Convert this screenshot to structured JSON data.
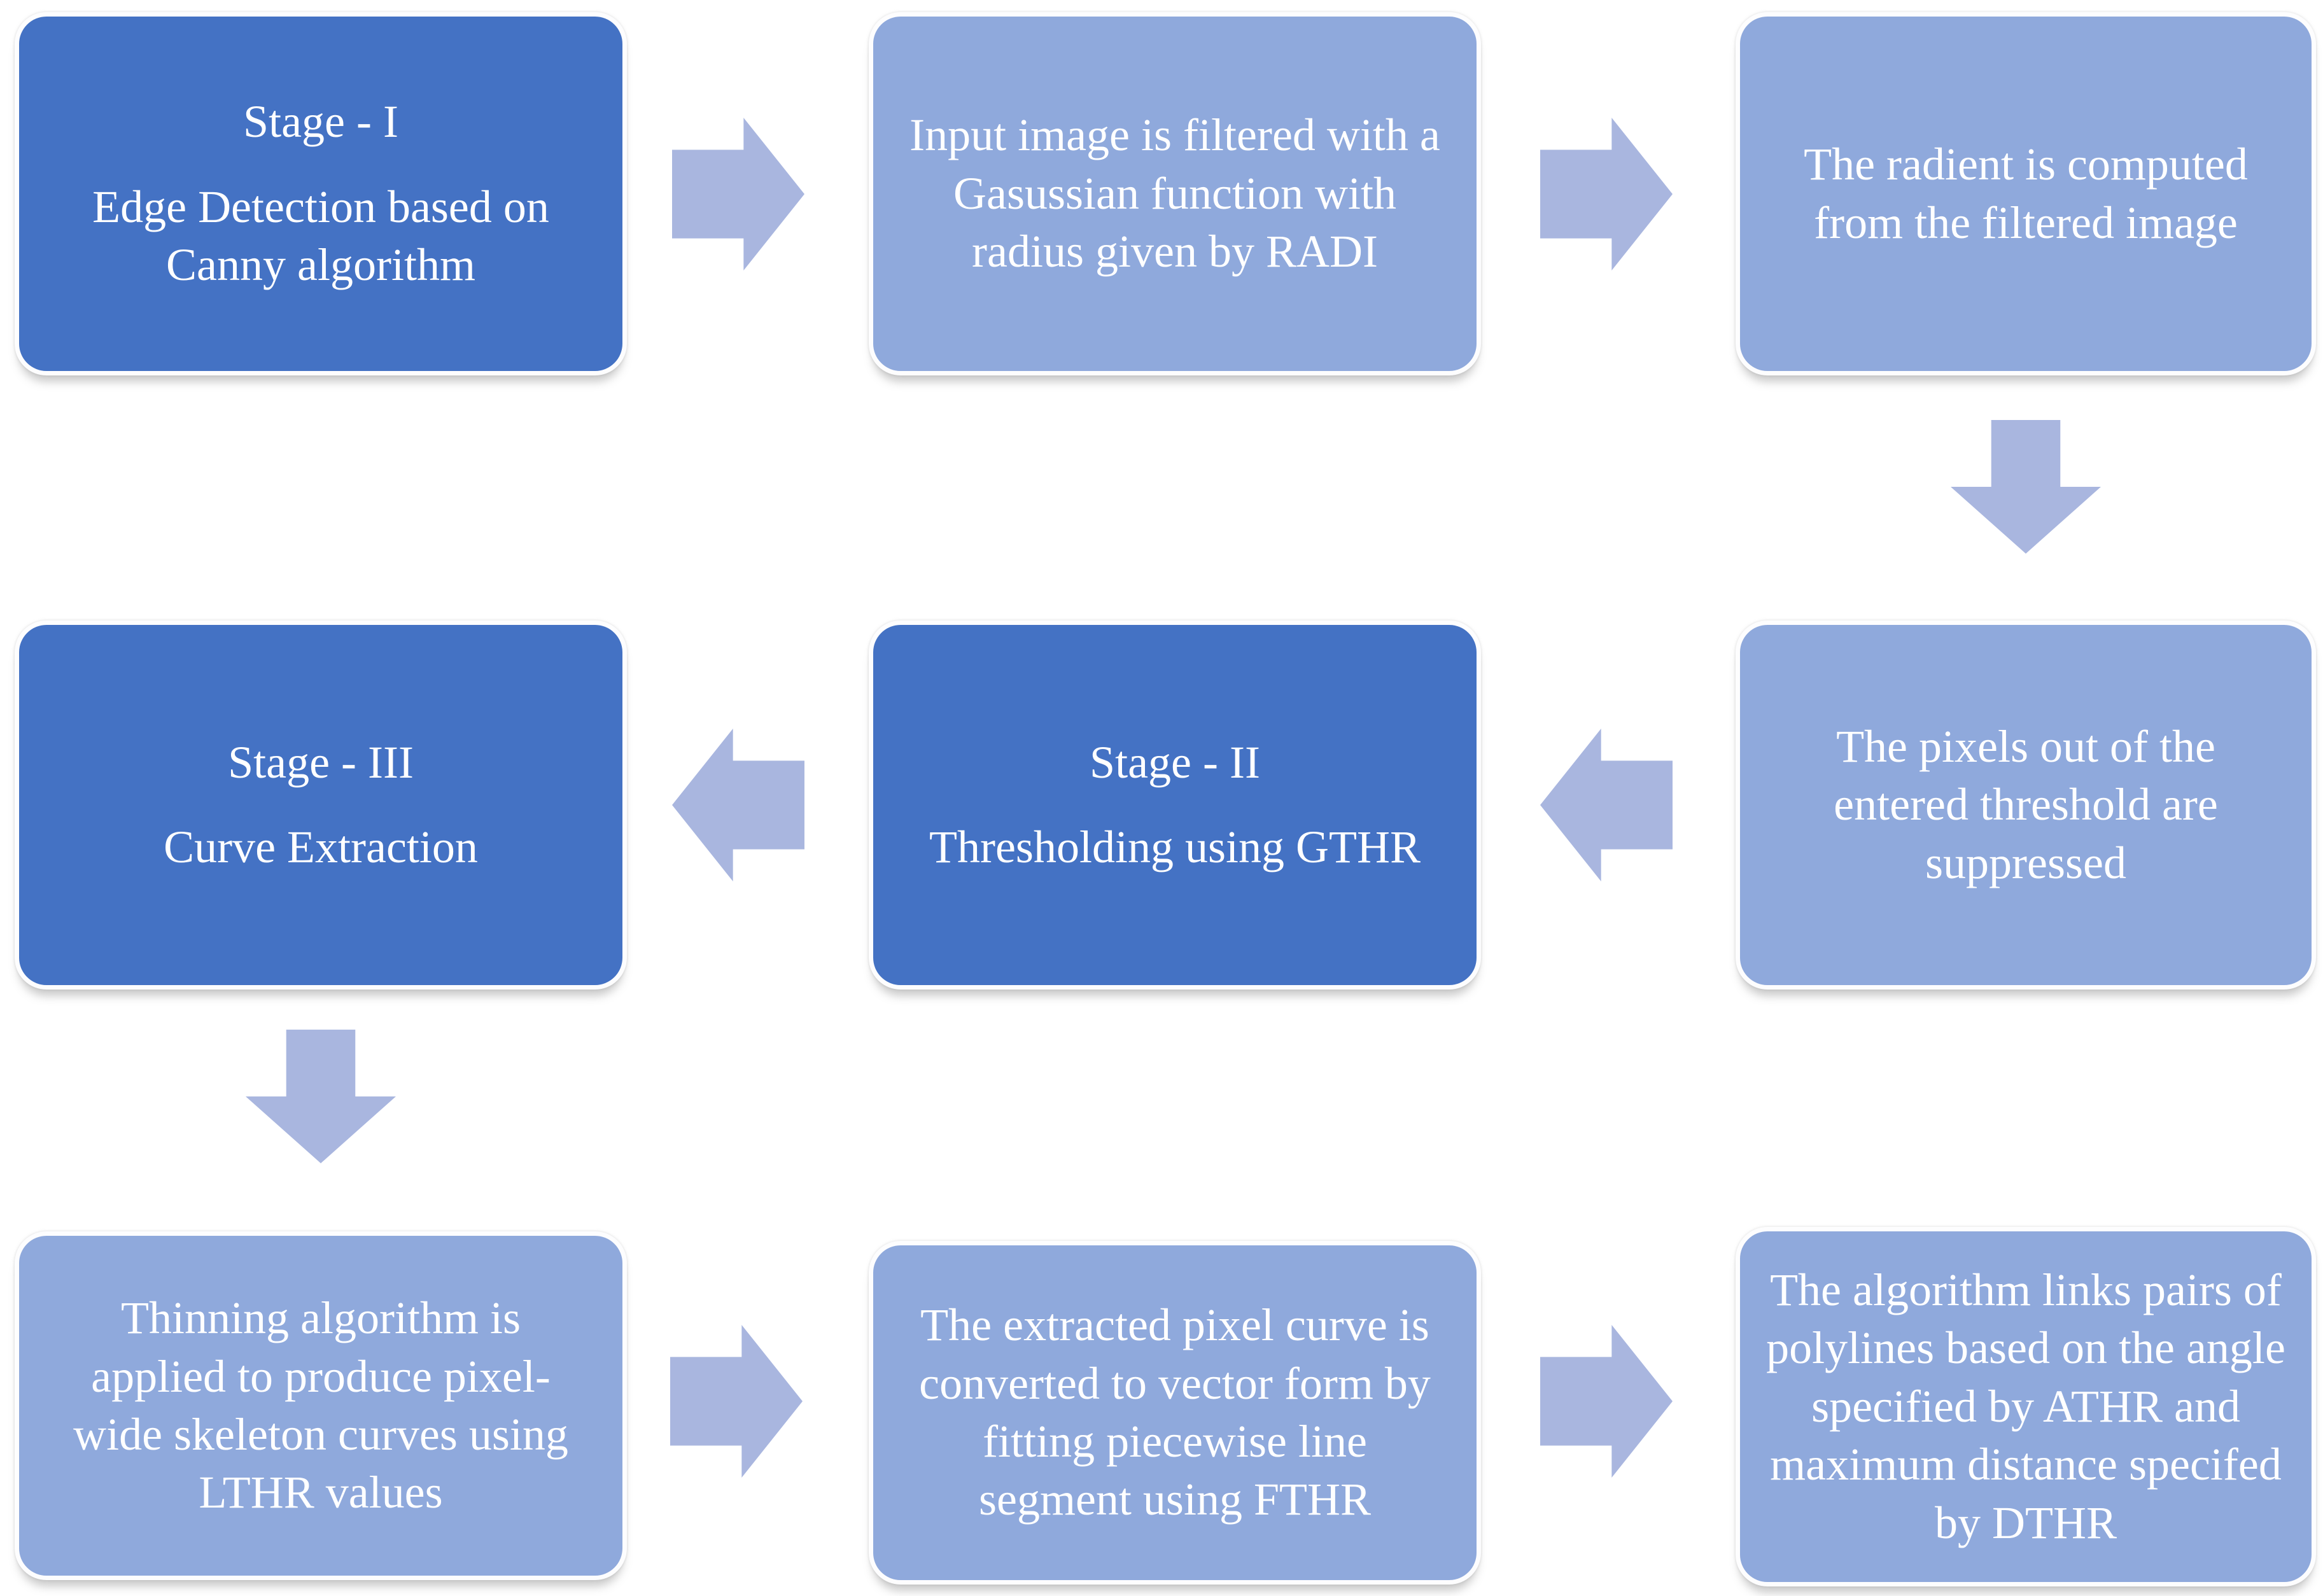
{
  "diagram": {
    "type": "flowchart",
    "colors": {
      "dark_box": "#4472C4",
      "light_box": "#8FA9DC",
      "arrow": "#A9B6DF",
      "text": "#FFFFFF",
      "background": "#FFFFFF"
    },
    "nodes": [
      {
        "id": "stage-1",
        "style": "dark",
        "heading": "Stage - I",
        "body": "Edge Detection based on Canny algorithm"
      },
      {
        "id": "gaussian-filter",
        "style": "light",
        "body": "Input image is filtered with a Gasussian function with radius given by RADI"
      },
      {
        "id": "gradient-computation",
        "style": "light",
        "body": "The radient is computed from the filtered image"
      },
      {
        "id": "threshold-suppression",
        "style": "light",
        "body": "The pixels out of the entered threshold are suppressed"
      },
      {
        "id": "stage-2",
        "style": "dark",
        "heading": "Stage - II",
        "body": "Thresholding using GTHR"
      },
      {
        "id": "stage-3",
        "style": "dark",
        "heading": "Stage - III",
        "body": "Curve Extraction"
      },
      {
        "id": "thinning",
        "style": "light",
        "body": "Thinning algorithm is applied to produce pixel-wide skeleton curves using LTHR values"
      },
      {
        "id": "vectorization",
        "style": "light",
        "body": "The extracted pixel curve is converted to vector form by fitting piecewise line segment using FTHR"
      },
      {
        "id": "polyline-linking",
        "style": "light",
        "body": "The algorithm links pairs of polylines based on the angle specified by ATHR and maximum distance specifed by DTHR"
      }
    ],
    "connectors": [
      {
        "from": "stage-1",
        "to": "gaussian-filter",
        "direction": "right"
      },
      {
        "from": "gaussian-filter",
        "to": "gradient-computation",
        "direction": "right"
      },
      {
        "from": "gradient-computation",
        "to": "threshold-suppression",
        "direction": "down"
      },
      {
        "from": "threshold-suppression",
        "to": "stage-2",
        "direction": "left"
      },
      {
        "from": "stage-2",
        "to": "stage-3",
        "direction": "left"
      },
      {
        "from": "stage-3",
        "to": "thinning",
        "direction": "down"
      },
      {
        "from": "thinning",
        "to": "vectorization",
        "direction": "right"
      },
      {
        "from": "vectorization",
        "to": "polyline-linking",
        "direction": "right"
      }
    ]
  }
}
